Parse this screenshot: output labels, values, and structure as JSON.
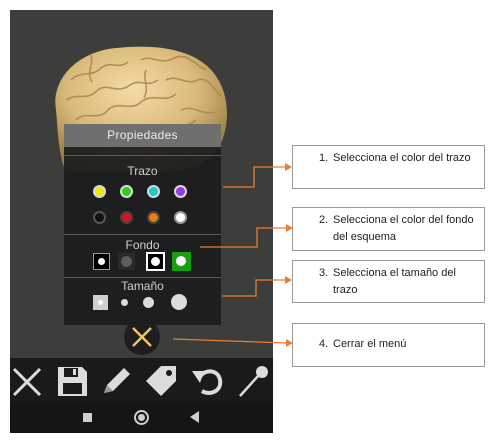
{
  "panel": {
    "title": "Propiedades",
    "stroke_label": "Trazo",
    "background_label": "Fondo",
    "size_label": "Tamaño",
    "stroke_colors": [
      "#f5e900",
      "#25d30f",
      "#20c8c8",
      "#9a35e8",
      "#111111",
      "#e11020",
      "#f07a10",
      "#ffffff"
    ],
    "background_options": [
      {
        "fill": "#000000",
        "dot": "#ffffff",
        "selected": false
      },
      {
        "fill": "#5a5a5a",
        "dot": "#5a5a5a",
        "selected": false
      },
      {
        "fill": "#000000",
        "dot": "#ffffff",
        "selected": true
      },
      {
        "fill": "#15a015",
        "dot": "#ffffff",
        "selected": false
      }
    ]
  },
  "toolbar": {
    "icons": [
      "close-icon",
      "save-icon",
      "pencil-icon",
      "tag-icon",
      "undo-icon",
      "pin-icon"
    ]
  },
  "navbar": {
    "icons": [
      "square-icon",
      "circle-icon",
      "triangle-icon"
    ]
  },
  "annotations": [
    {
      "num": "1.",
      "text": "Selecciona el color del trazo"
    },
    {
      "num": "2.",
      "text": "Selecciona el color del fondo del esquema"
    },
    {
      "num": "3.",
      "text": "Selecciona el tamaño del trazo"
    },
    {
      "num": "4.",
      "text": "Cerrar el menú"
    }
  ],
  "colors": {
    "accent_arrow": "#ed7d31",
    "close_x": "#f4c860"
  }
}
